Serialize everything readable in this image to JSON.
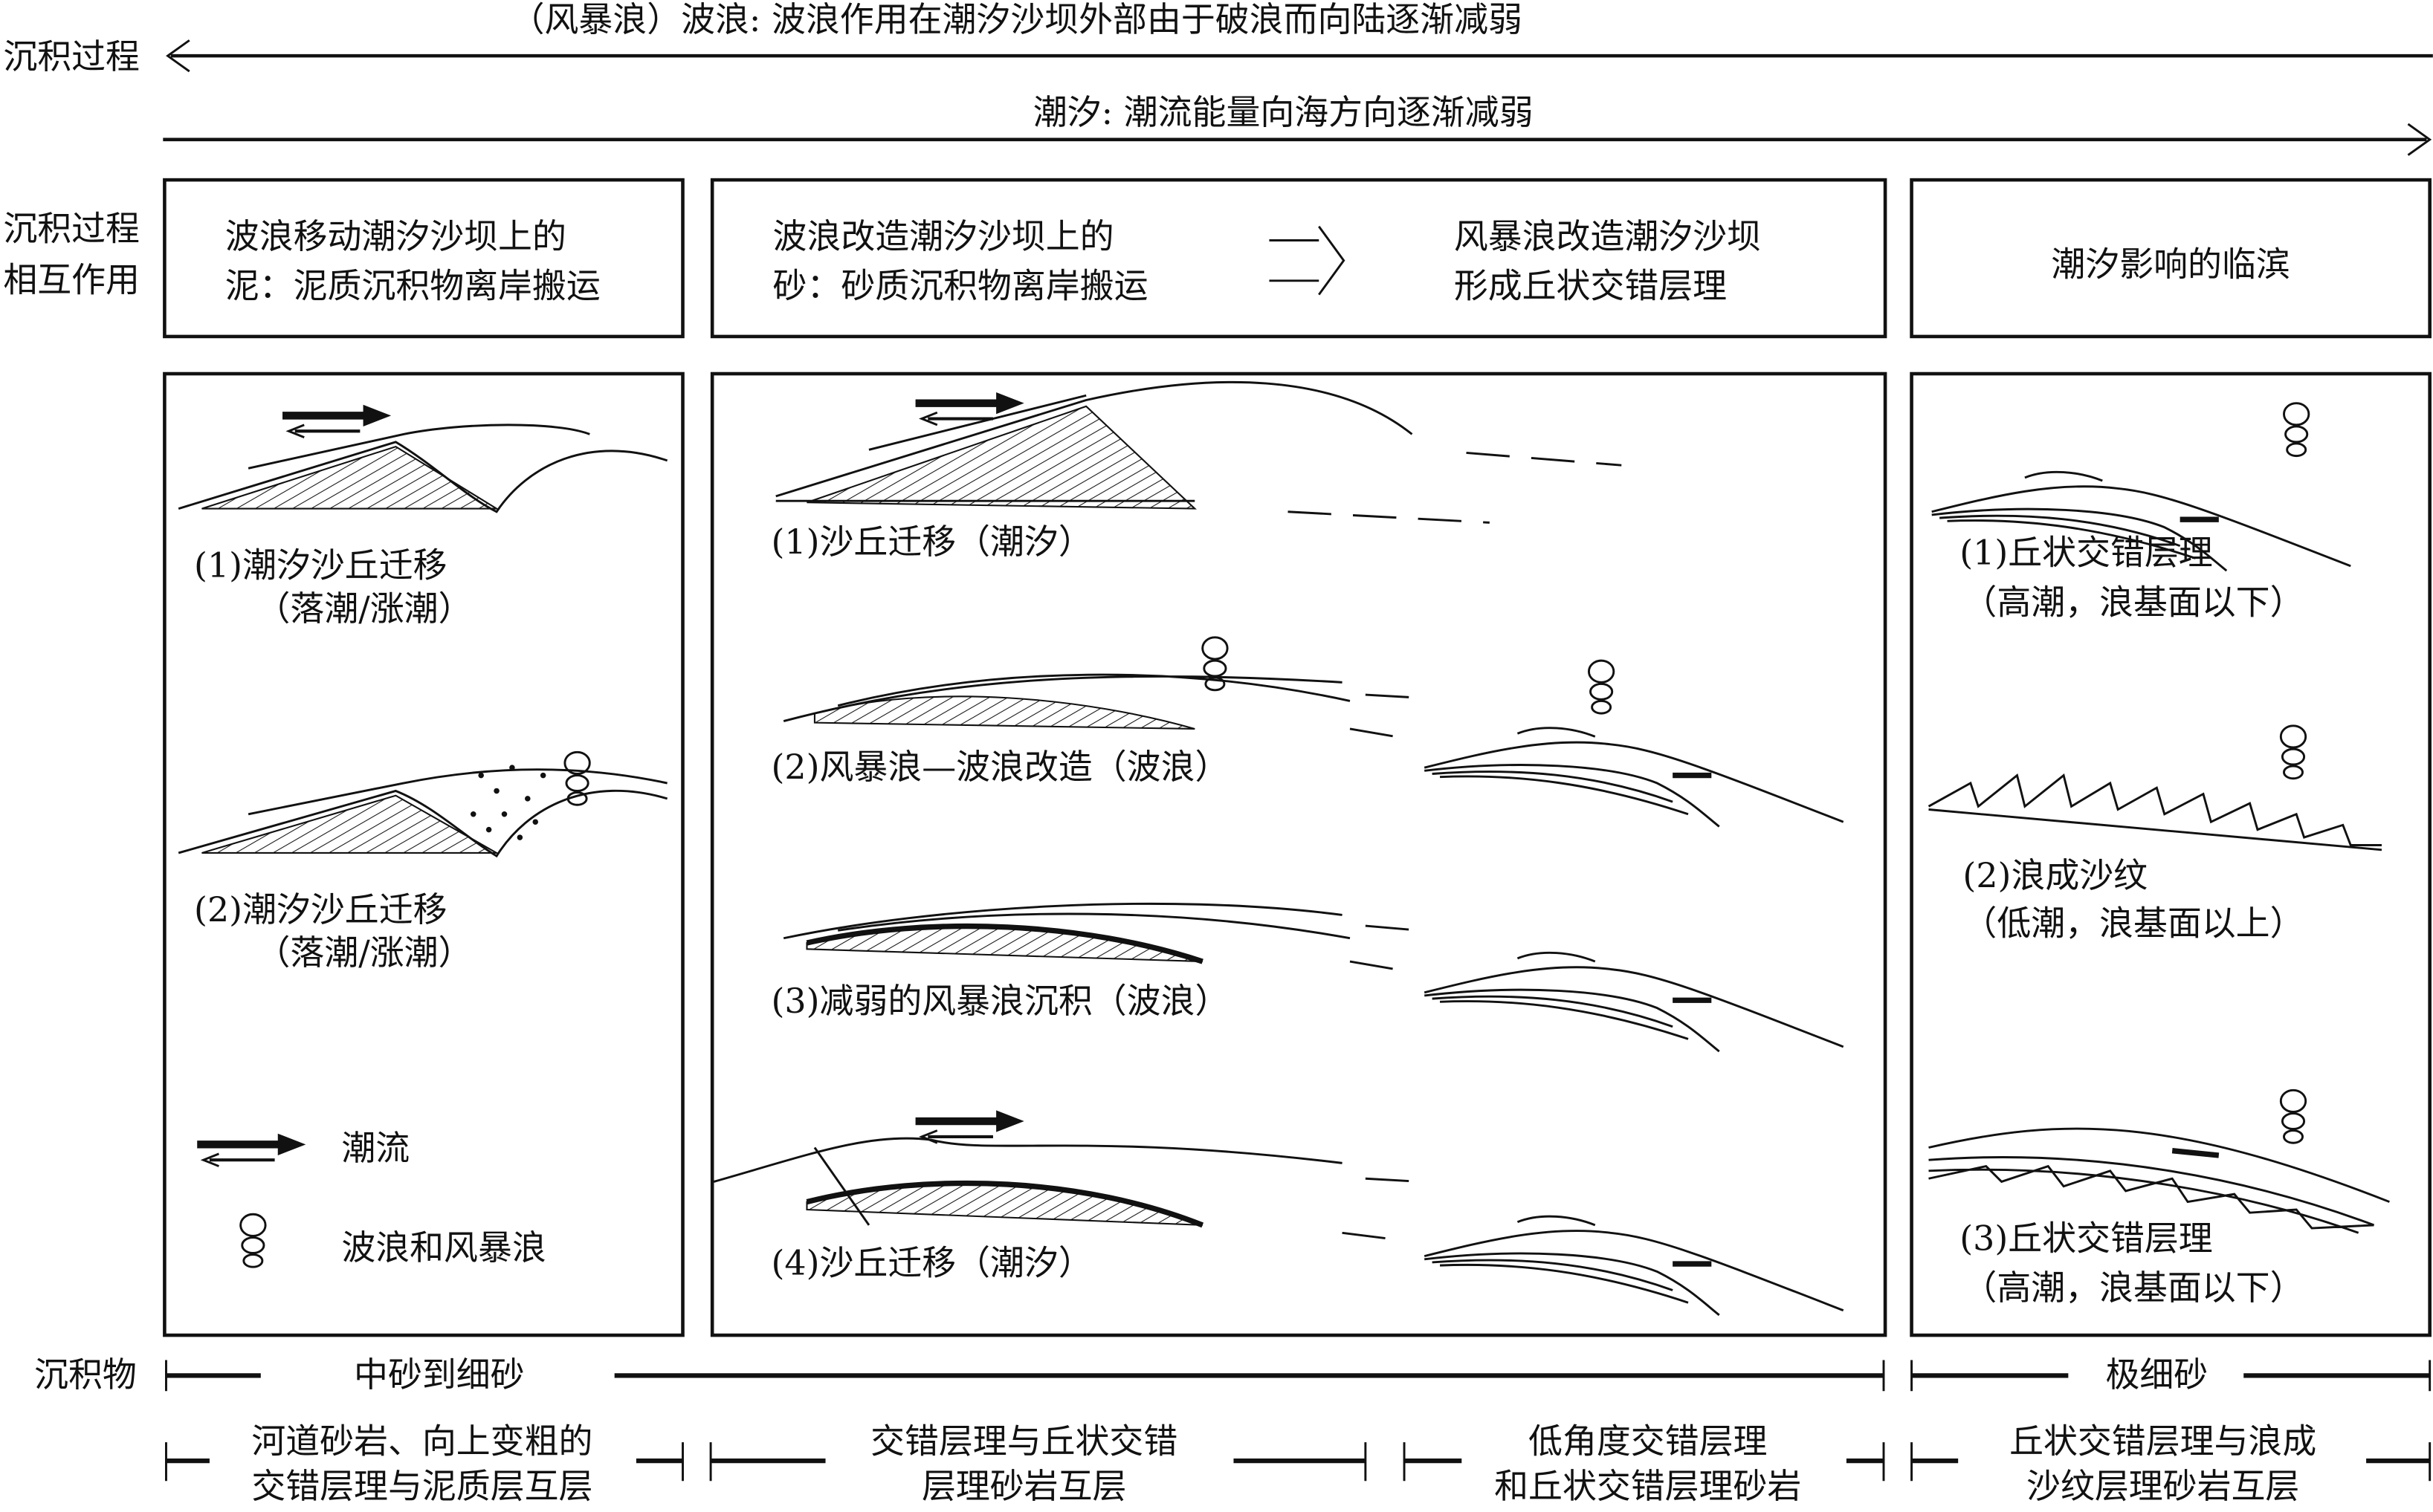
{
  "header": {
    "wave_process": "（风暴浪）波浪: 波浪作用在潮汐沙坝外部由于破浪而向陆逐渐减弱",
    "tide_process": "潮汐: 潮流能量向海方向逐渐减弱",
    "row_label_process": "沉积过程",
    "row_label_interaction_1": "沉积过程",
    "row_label_interaction_2": "相互作用",
    "row_label_sediment": "沉积物"
  },
  "interaction": {
    "box1": [
      "波浪移动潮汐沙坝上的",
      "泥：泥质沉积物离岸搬运"
    ],
    "box2a": [
      "波浪改造潮汐沙坝上的",
      "砂：砂质沉积物离岸搬运"
    ],
    "box2b": [
      "风暴浪改造潮汐沙坝",
      "形成丘状交错层理"
    ],
    "box3": "潮汐影响的临滨"
  },
  "panel1": {
    "s1": [
      "(1)潮汐沙丘迁移",
      "（落潮/涨潮）"
    ],
    "s2": [
      "(2)潮汐沙丘迁移",
      "（落潮/涨潮）"
    ],
    "legend": {
      "tide": "潮流",
      "wave": "波浪和风暴浪"
    }
  },
  "panel2": {
    "s1": "(1)沙丘迁移（潮汐）",
    "s2": "(2)风暴浪—波浪改造（波浪）",
    "s3": "(3)减弱的风暴浪沉积（波浪）",
    "s4": "(4)沙丘迁移（潮汐）"
  },
  "panel3": {
    "s1": [
      "(1)丘状交错层理",
      "（高潮，浪基面以下）"
    ],
    "s2": [
      "(2)浪成沙纹",
      "（低潮，浪基面以上）"
    ],
    "s3": [
      "(3)丘状交错层理",
      "（高潮，浪基面以下）"
    ]
  },
  "sediment": {
    "left": "中砂到细砂",
    "right": "极细砂"
  },
  "facies": [
    [
      "河道砂岩、向上变粗的",
      "交错层理与泥质层互层"
    ],
    [
      "交错层理与丘状交错",
      "层理砂岩互层"
    ],
    [
      "低角度交错层理",
      "和丘状交错层理砂岩"
    ],
    [
      "丘状交错层理与浪成",
      "沙纹层理砂岩互层"
    ]
  ]
}
